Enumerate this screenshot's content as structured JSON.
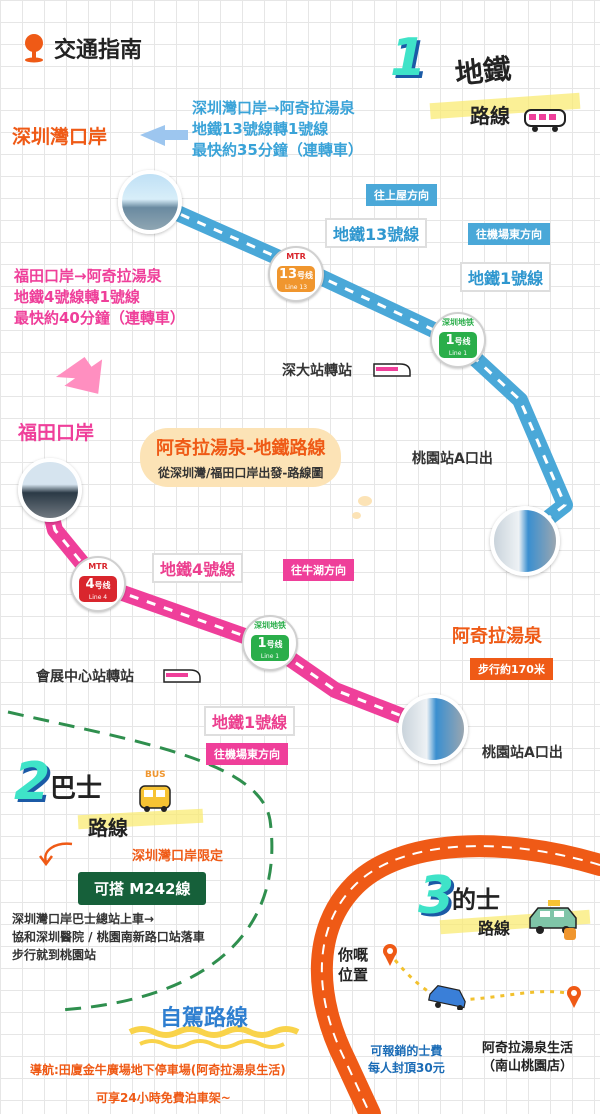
{
  "header": {
    "title": "交通指南",
    "icon": "map-pin-icon"
  },
  "route1": {
    "number": "1",
    "title_line1": "地鐵",
    "title_line2": "路線",
    "icon": "train-icon",
    "speech_title": "阿奇拉湯泉-地鐵路線",
    "speech_sub": "從深圳灣/福田口岸出發-路線圖",
    "shenzhen_bay": {
      "name": "深圳灣口岸",
      "desc": [
        "深圳灣口岸→阿奇拉湯泉",
        "地鐵13號線轉1號線",
        "最快約35分鐘（連轉車）"
      ],
      "line_label": "地鐵13號線",
      "direction_a": "往上屋方向",
      "direction_b": "往機場東方向",
      "line1_label": "地鐵1號線",
      "transfer": "深大站轉站",
      "exit": "桃園站A口出"
    },
    "futian": {
      "name": "福田口岸",
      "desc": [
        "福田口岸→阿奇拉湯泉",
        "地鐵4號線轉1號線",
        "最快約40分鐘（連轉車）"
      ],
      "line_label": "地鐵4號線",
      "direction_a": "往牛湖方向",
      "transfer": "會展中心站轉站",
      "line1_label": "地鐵1號線",
      "direction_b": "往機場東方向",
      "exit": "桃園站A口出"
    },
    "destination": "阿奇拉湯泉",
    "walk": "步行約170米",
    "badges": {
      "b13": {
        "top": "MTR",
        "num": "13",
        "unit": "号线",
        "sub": "Line 13",
        "color": "#f0962e"
      },
      "b1a": {
        "top": "深圳地铁",
        "num": "1",
        "unit": "号线",
        "sub": "Line 1",
        "color": "#2aae4a"
      },
      "b4": {
        "top": "MTR",
        "num": "4",
        "unit": "号线",
        "sub": "Line 4",
        "color": "#d9262d"
      },
      "b1b": {
        "top": "深圳地铁",
        "num": "1",
        "unit": "号线",
        "sub": "Line 1",
        "color": "#2aae4a"
      }
    },
    "colors": {
      "blue_line": "#4aa8d8",
      "pink_line": "#ef3f9a",
      "orange_road": "#ef5a16"
    }
  },
  "route2": {
    "number": "2",
    "title_line1": "巴士",
    "title_line2": "路線",
    "bus_tag": "BUS",
    "limit": "深圳灣口岸限定",
    "ribbon": "可搭 M242線",
    "desc": [
      "深圳灣口岸巴士總站上車→",
      "協和深圳醫院 / 桃園南新路口站落車",
      "步行就到桃園站"
    ]
  },
  "route3": {
    "number": "3",
    "title_line1": "的士",
    "title_line2": "路線",
    "you_here": [
      "你嘅",
      "位置"
    ],
    "reimburse": [
      "可報銷的士費",
      "每人封頂30元"
    ],
    "dest": [
      "阿奇拉湯泉生活",
      "（南山桃園店）"
    ]
  },
  "drive": {
    "title": "自駕路線",
    "nav": "導航:田廈金牛廣場地下停車場(阿奇拉湯泉生活)",
    "parking": "可享24小時免費泊車架~"
  }
}
